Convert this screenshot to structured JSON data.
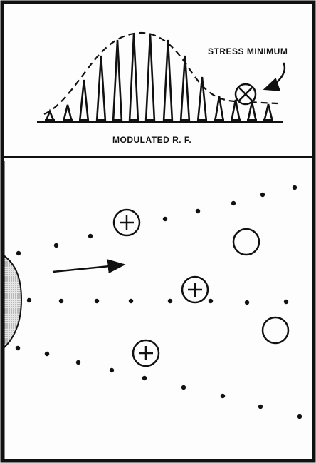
{
  "top_panel": {
    "annotation_label": "STRESS MINIMUM",
    "caption": "MODULATED R. F.",
    "stress_minimum_marker": "circle-x-symbol"
  },
  "bottom_panel": {
    "positive_charge_symbol": "circle-plus-symbol",
    "empty_circle_symbol": "open-circle-symbol",
    "motion_arrow": "right-arrow"
  },
  "colors": {
    "ink": "#111111",
    "background": "#fdfdfd",
    "stipple": "#bdbdbd"
  }
}
